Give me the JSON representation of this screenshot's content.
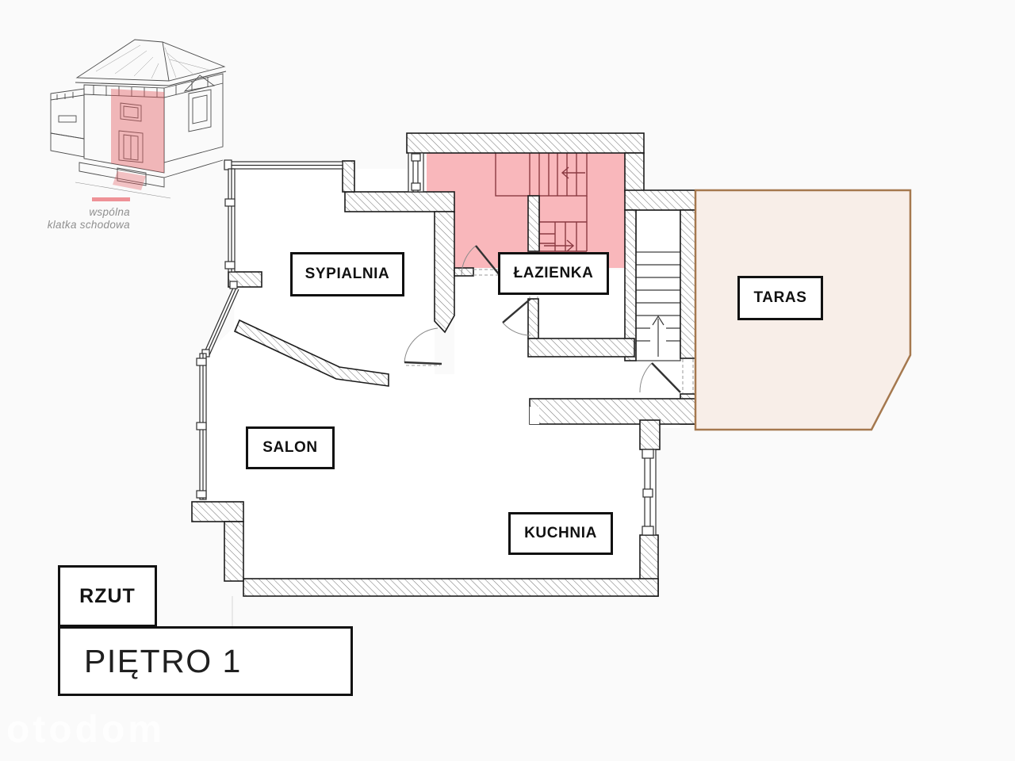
{
  "sketch": {
    "highlight_color": "#e2575c",
    "legend": {
      "color": "#ef9297",
      "line1": "wspólna",
      "line2": "klatka schodowa"
    }
  },
  "plan": {
    "staircase_fill": "#f9b7bb",
    "stair_detail_color": "#8b3a42",
    "terrace_fill": "#f8eee8",
    "terrace_border": "#a5784e",
    "rooms": {
      "sypialnia": "SYPIALNIA",
      "lazienka": "ŁAZIENKA",
      "salon": "SALON",
      "kuchnia": "KUCHNIA",
      "taras": "TARAS"
    }
  },
  "titles": {
    "plan_type": "RZUT",
    "floor": "PIĘTRO 1"
  },
  "watermark": "otodom"
}
